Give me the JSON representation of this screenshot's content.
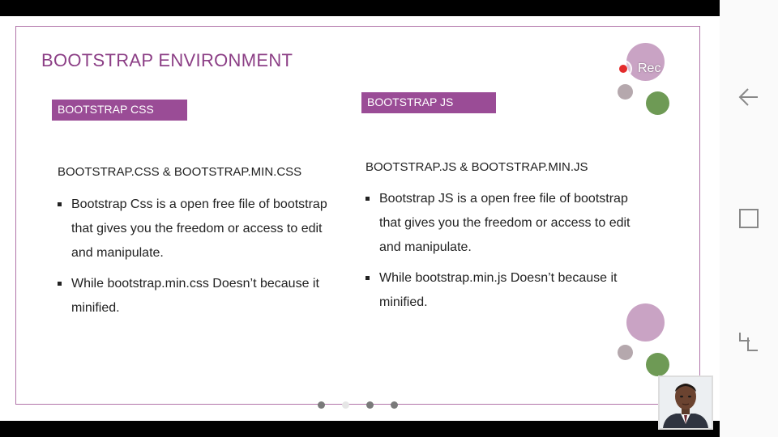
{
  "slide": {
    "title": "BOOTSTRAP ENVIRONMENT",
    "css_section": {
      "tag": "BOOTSTRAP CSS",
      "heading": "BOOTSTRAP.CSS & BOOTSTRAP.MIN.CSS",
      "bullets": [
        "Bootstrap Css is a open free file of bootstrap that gives you the freedom or access to edit and manipulate.",
        "While bootstrap.min.css Doesn’t because it minified."
      ]
    },
    "js_section": {
      "tag": "BOOTSTRAP JS",
      "heading": "BOOTSTRAP.JS & BOOTSTRAP.MIN.JS",
      "bullets": [
        "Bootstrap JS is a open free file of bootstrap that gives you the freedom or access to edit and manipulate.",
        "While bootstrap.min.js Doesn’t because it minified."
      ]
    },
    "accent_color": "#9a4c96"
  },
  "recording": {
    "label": "Rec"
  },
  "pagination": {
    "count": 4,
    "active_index": 1
  },
  "nav": {
    "icons": [
      "back-icon",
      "recent-apps-icon",
      "home-icon"
    ]
  }
}
